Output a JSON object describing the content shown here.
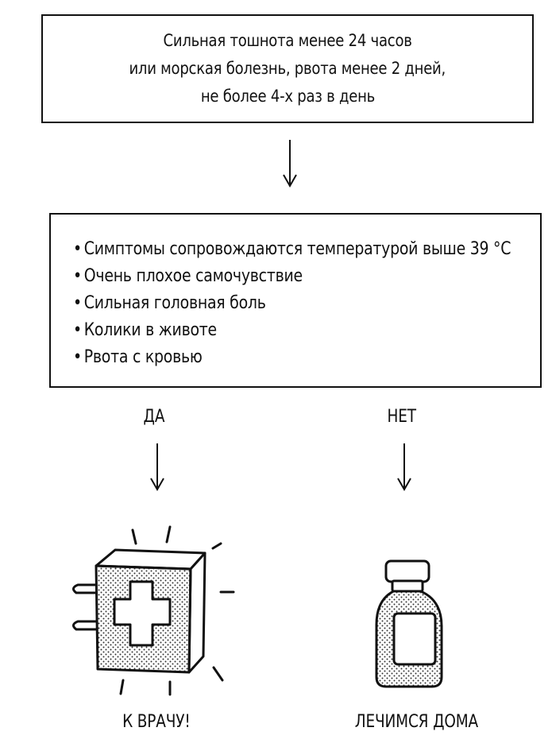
{
  "top_box": {
    "lines": [
      "Сильная тошнота менее 24 часов",
      "или морская болезнь, рвота менее 2 дней,",
      "не более 4-х раз в день"
    ]
  },
  "symptoms_box": {
    "bullet": "•",
    "items": [
      "Симптомы сопровождаются температурой выше 39 °С",
      "Очень плохое самочувствие",
      "Сильная головная боль",
      "Колики в животе",
      "Рвота с кровью"
    ]
  },
  "branches": {
    "yes_label": "ДА",
    "no_label": "НЕТ"
  },
  "outcomes": {
    "doctor_label": "К ВРАЧУ!",
    "home_label": "ЛЕЧИМСЯ ДОМА",
    "doctor_icon": "first-aid-kit-icon",
    "home_icon": "medicine-bottle-icon"
  }
}
